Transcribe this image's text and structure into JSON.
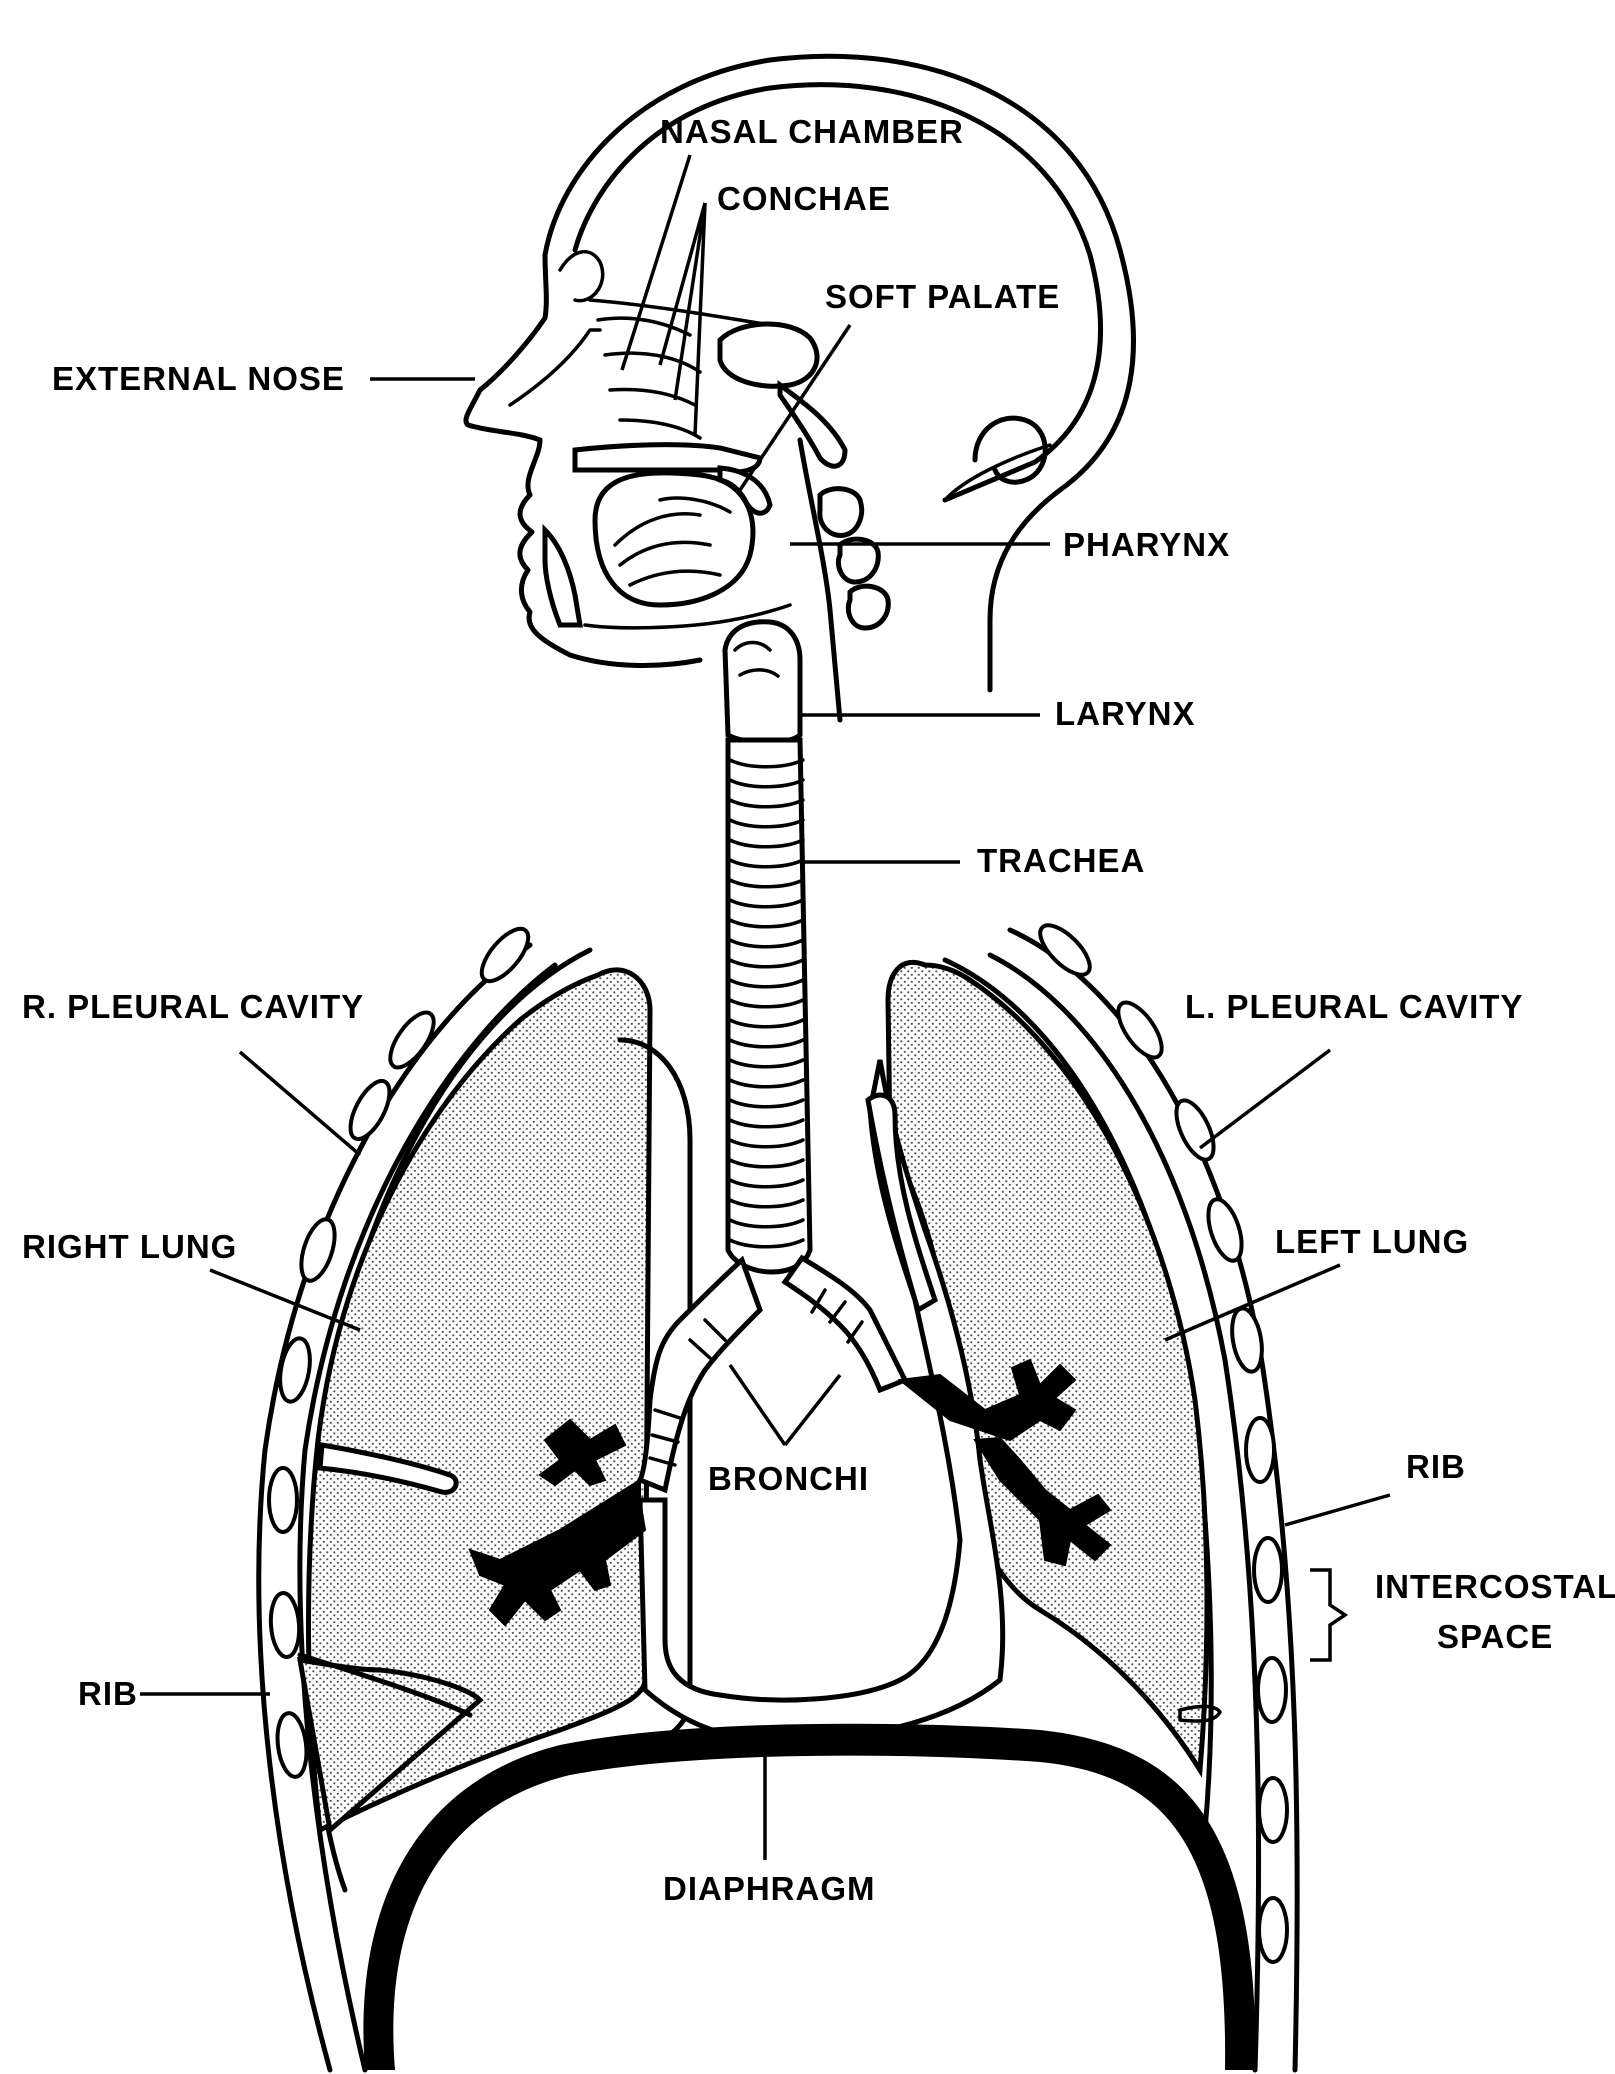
{
  "labels": {
    "nasal_chamber": "NASAL CHAMBER",
    "conchae": "CONCHAE",
    "soft_palate": "SOFT PALATE",
    "external_nose": "EXTERNAL NOSE",
    "pharynx": "PHARYNX",
    "larynx": "LARYNX",
    "trachea": "TRACHEA",
    "r_pleural_cavity": "R. PLEURAL CAVITY",
    "l_pleural_cavity": "L. PLEURAL CAVITY",
    "right_lung": "RIGHT LUNG",
    "left_lung": "LEFT LUNG",
    "bronchi": "BRONCHI",
    "rib_right": "RIB",
    "rib_left": "RIB",
    "intercostal_space_line1": "INTERCOSTAL",
    "intercostal_space_line2": "SPACE",
    "diaphragm": "DIAPHRAGM"
  }
}
